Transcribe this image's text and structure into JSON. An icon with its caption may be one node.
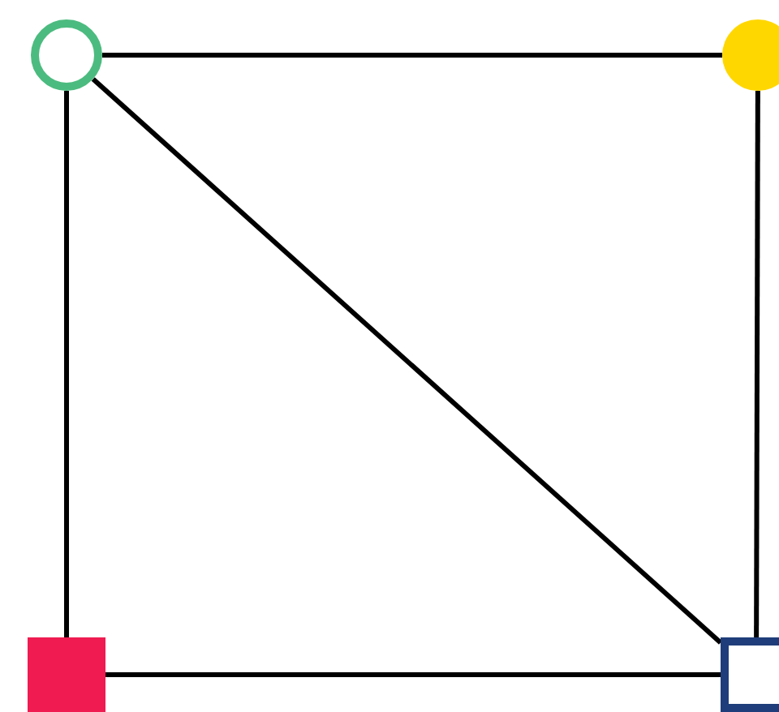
{
  "diagram": {
    "nodes": [
      {
        "text": [],
        "shape": "circle"
      },
      {
        "text": [],
        "shape": "circle"
      },
      {
        "text": [],
        "shape": "box"
      },
      {
        "text": [],
        "shape": "box"
      }
    ],
    "edges": [
      {
        "from": 0,
        "to": 1,
        "arrow": "none"
      },
      {
        "from": 0,
        "to": 2,
        "arrow": "none"
      },
      {
        "from": 0,
        "to": 3,
        "arrow": "none"
      },
      {
        "from": 1,
        "to": 3,
        "arrow": "none"
      },
      {
        "from": 2,
        "to": 3,
        "arrow": "none"
      }
    ]
  }
}
